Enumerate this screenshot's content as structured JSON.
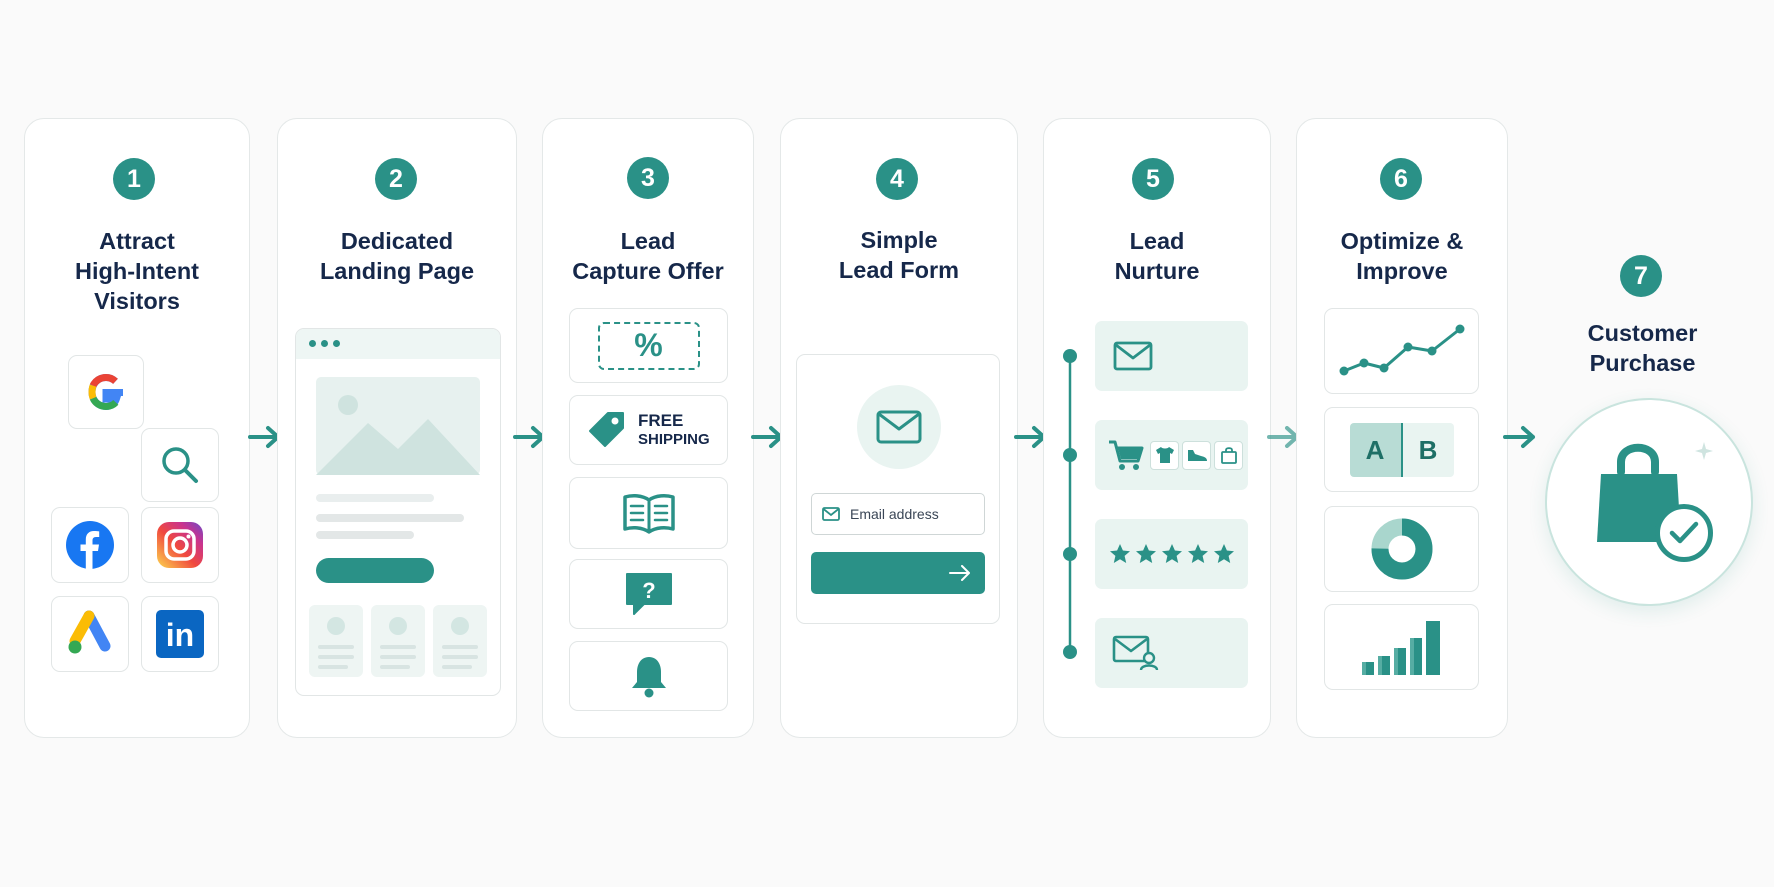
{
  "colors": {
    "teal": "#2a9187",
    "teal_light": "#e9f4f1",
    "navy": "#16284a",
    "card_border": "#e4e8e8",
    "background": "#fafafa"
  },
  "steps": [
    {
      "number": "1",
      "title_lines": [
        "Attract",
        "High-Intent",
        "Visitors"
      ],
      "icons": [
        "google-logo",
        "search-icon",
        "facebook-logo",
        "instagram-logo",
        "google-ads-logo",
        "linkedin-logo"
      ],
      "linkedin_text": "in"
    },
    {
      "number": "2",
      "title_lines": [
        "Dedicated",
        "Landing Page"
      ],
      "icons": [
        "browser-window-icon",
        "image-placeholder-icon",
        "cta-button-shape",
        "feature-card-icon"
      ]
    },
    {
      "number": "3",
      "title_lines": [
        "Lead",
        "Capture Offer"
      ],
      "offers": {
        "discount_symbol": "%",
        "free_line1": "FREE",
        "free_line2": "SHIPPING"
      },
      "icons": [
        "percent-coupon-icon",
        "price-tag-icon",
        "open-book-icon",
        "question-bubble-icon",
        "bell-icon"
      ]
    },
    {
      "number": "4",
      "title_lines": [
        "Simple",
        "Lead Form"
      ],
      "form": {
        "email_placeholder": "Email address"
      },
      "icons": [
        "envelope-icon",
        "arrow-right-icon"
      ]
    },
    {
      "number": "5",
      "title_lines": [
        "Lead",
        "Nurture"
      ],
      "icons": [
        "envelope-icon",
        "shopping-cart-icon",
        "tshirt-icon",
        "shoe-icon",
        "shopping-bag-icon",
        "star-icon",
        "email-user-icon"
      ],
      "rating_stars": 5
    },
    {
      "number": "6",
      "title_lines": [
        "Optimize &",
        "Improve"
      ],
      "ab_test": {
        "a": "A",
        "b": "B"
      },
      "icons": [
        "line-chart-icon",
        "donut-chart-icon",
        "bar-chart-icon"
      ]
    },
    {
      "number": "7",
      "title_lines": [
        "Customer",
        "Purchase"
      ],
      "icons": [
        "shopping-bag-icon",
        "check-icon",
        "sparkle-icon"
      ]
    }
  ]
}
